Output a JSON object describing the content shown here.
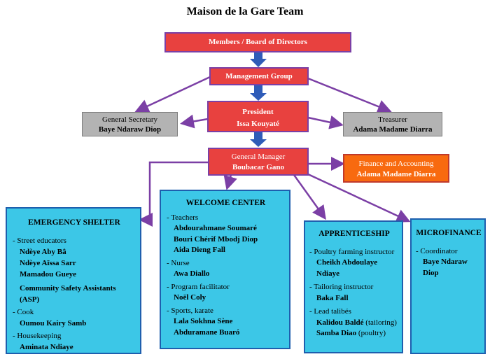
{
  "title": "Maison de la Gare Team",
  "board": "Members / Board of Directors",
  "management": "Management Group",
  "president": {
    "role": "President",
    "name": "Issa Kouyaté"
  },
  "secretary": {
    "role": "General Secretary",
    "name": "Baye Ndaraw Diop"
  },
  "treasurer": {
    "role": "Treasurer",
    "name": "Adama Madame Diarra"
  },
  "manager": {
    "role": "General Manager",
    "name": "Boubacar Gano"
  },
  "finance": {
    "role": "Finance and Accounting",
    "name": "Adama Madame Diarra"
  },
  "shelter": {
    "head": "EMERGENCY SHELTER",
    "street_label": "- Street educators",
    "street_names": [
      "Ndèye Aby Bâ",
      "Ndèye Aïssa Sarr",
      "Mamadou Gueye"
    ],
    "asp_line1": "Community Safety Assistants",
    "asp_line2": "(ASP)",
    "cook_label": "- Cook",
    "cook_name": "Oumou Kairy Samb",
    "house_label": "- Housekeeping",
    "house_name": "Aminata Ndiaye"
  },
  "welcome": {
    "head": "WELCOME CENTER",
    "teachers_label": "- Teachers",
    "teachers": [
      "Abdourahmane Soumaré",
      "Bouri Chérif Mbodj Diop",
      "Aida Dieng Fall"
    ],
    "nurse_label": "- Nurse",
    "nurse": "Awa Diallo",
    "program_label": "- Program facilitator",
    "program": "Noël Coly",
    "sports_label": "- Sports, karate",
    "sports": [
      "Lala Sokhna Sène",
      "Abduramane Buaró"
    ]
  },
  "apprentice": {
    "head": "APPRENTICESHIP",
    "poultry_label": "- Poultry farming instructor",
    "poultry_name1": "Cheikh Abdoulaye",
    "poultry_name2": "Ndiaye",
    "tailoring_label": "- Tailoring instructor",
    "tailoring_name": "Baka Fall",
    "talibes_label": "- Lead talibés",
    "talibe1_name": "Kalidou Baldé",
    "talibe1_note": "(tailoring)",
    "talibe2_name": "Samba Diao",
    "talibe2_note": "(poultry)"
  },
  "micro": {
    "head": "MICROFINANCE",
    "coord_label": "- Coordinator",
    "coord_name1": "Baye Ndaraw",
    "coord_name2": "Diop"
  },
  "colors": {
    "red": "#e8413f",
    "purple": "#7b3fa5",
    "blue": "#3cc7e7",
    "orange": "#f86a0f",
    "gray": "#b3b3b3",
    "arrow_blue": "#2f5cb8"
  }
}
